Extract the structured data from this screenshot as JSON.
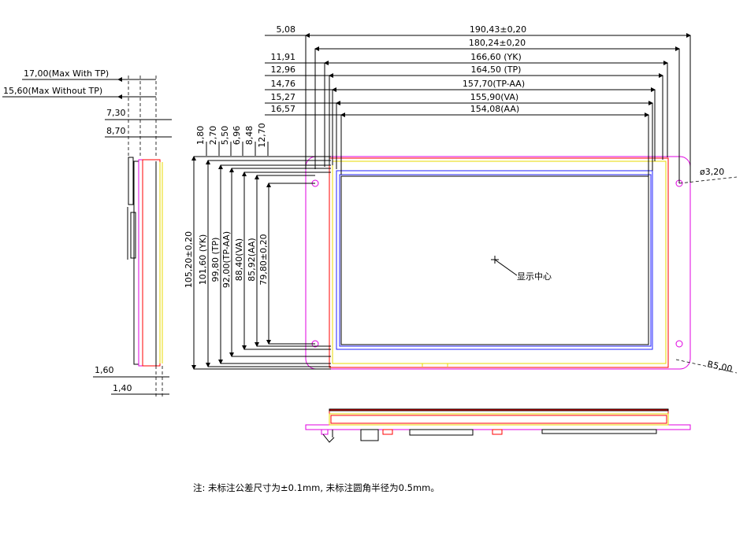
{
  "top_dims": [
    {
      "label": "5,08",
      "value": "190,43±0,20"
    },
    {
      "label": "",
      "value": "180,24±0,20"
    },
    {
      "label": "11,91",
      "value": "166,60 (YK)"
    },
    {
      "label": "12,96",
      "value": "164,50 (TP)"
    },
    {
      "label": "14,76",
      "value": "157,70(TP-AA)"
    },
    {
      "label": "15,27",
      "value": "155,90(VA)"
    },
    {
      "label": "16,57",
      "value": "154,08(AA)"
    }
  ],
  "side_dims": {
    "max_with_tp": "17,00(Max With TP)",
    "max_without_tp": "15,60(Max Without TP)",
    "d730": "7,30",
    "d870": "8,70",
    "d160": "1,60",
    "d140": "1,40"
  },
  "vertical_offsets": [
    "1,80",
    "2,70",
    "5,50",
    "6,96",
    "8,48",
    "12,70"
  ],
  "vertical_dims": [
    "105,20±0,20",
    "101,60 (YK)",
    "99,80 (TP)",
    "92,00(TP-AA)",
    "88,40(VA)",
    "85,92(AA)",
    "79,80±0,20"
  ],
  "hole_dia": "ø3,20",
  "corner_radius": "R5,00",
  "center_label": "显示中心",
  "note": "注: 未标注公差尺寸为±0.1mm, 未标注圆角半径为0.5mm。",
  "colors": {
    "outline": "#e000e0",
    "tp": "#ff0000",
    "yk": "#e8d800",
    "aa": "#2020ff",
    "lines": "#000000"
  }
}
